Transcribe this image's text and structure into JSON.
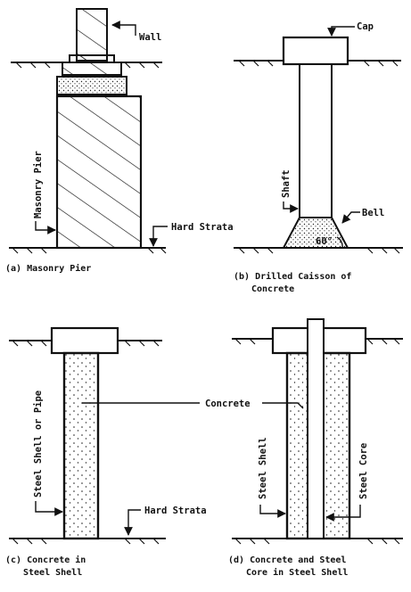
{
  "panels": {
    "a": {
      "labels": {
        "wall": "Wall",
        "masonry_pier": "Masonry Pier",
        "hard_strata": "Hard Strata"
      },
      "caption": [
        "(a) Masonry Pier"
      ]
    },
    "b": {
      "labels": {
        "cap": "Cap",
        "shaft": "Shaft",
        "bell": "Bell",
        "angle": "60°"
      },
      "caption": [
        "(b) Drilled Caisson of",
        "Concrete"
      ]
    },
    "c": {
      "labels": {
        "steel_shell_or_pipe": "Steel Shell or Pipe",
        "concrete": "Concrete",
        "hard_strata": "Hard Strata"
      },
      "caption": [
        "(c) Concrete in",
        "Steel Shell"
      ]
    },
    "d": {
      "labels": {
        "steel_shell": "Steel Shell",
        "steel_core": "Steel Core"
      },
      "caption": [
        "(d) Concrete and Steel",
        "Core in Steel Shell"
      ]
    }
  }
}
